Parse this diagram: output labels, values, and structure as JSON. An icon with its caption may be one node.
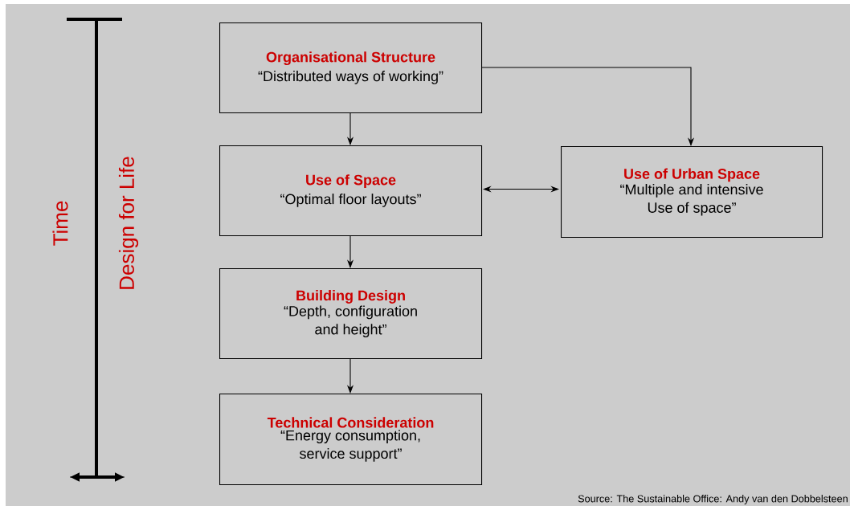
{
  "diagram": {
    "caption": "Source: The Sustainable Office: Andy van den Dobbelsteen",
    "nodes": [
      {
        "text": [
          "Organisational Structure",
          "“Distributed ways of working”"
        ]
      },
      {
        "text": [
          "Use of Space",
          "“Optimal floor layouts”"
        ]
      },
      {
        "text": [
          "Building Design",
          "“Depth, configuration and height”"
        ]
      },
      {
        "text": [
          "Technical Consideration",
          "“Energy consumption, service support”"
        ]
      },
      {
        "text": [
          "Use of Urban Space",
          "“Multiple and intensive Use of space”"
        ]
      }
    ],
    "edges": [
      {
        "from": 0,
        "to": 1,
        "arrow": "to"
      },
      {
        "from": 1,
        "to": 2,
        "arrow": "to"
      },
      {
        "from": 2,
        "to": 3,
        "arrow": "to"
      },
      {
        "from": 0,
        "to": 4,
        "arrow": "to"
      },
      {
        "from": 1,
        "to": 4,
        "arrow": "both"
      }
    ],
    "labels": [
      "Time",
      "Design for Life"
    ]
  }
}
